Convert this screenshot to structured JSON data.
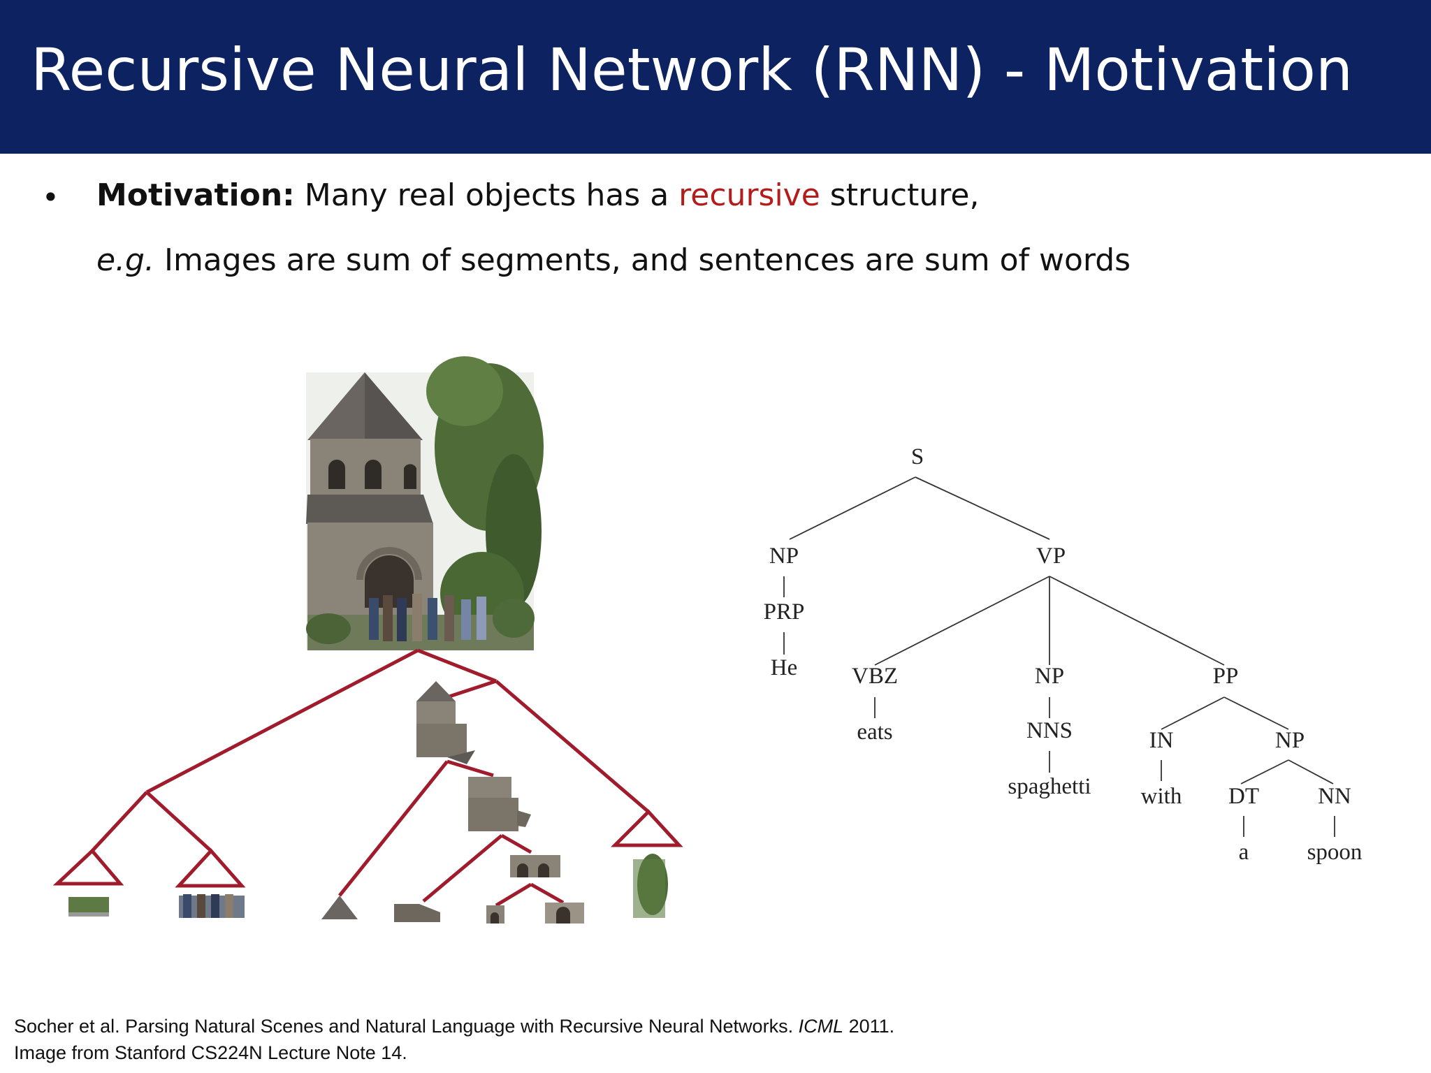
{
  "header": {
    "title": "Recursive Neural Network (RNN) - Motivation"
  },
  "content": {
    "bullet_symbol": "•",
    "line1_bold": "Motivation:",
    "line1_pre": " Many real objects has a ",
    "line1_highlight": "recursive",
    "line1_post": " structure,",
    "line2_italic": "e.g.",
    "line2_rest": " Images are sum of segments, and sentences are sum of words"
  },
  "parse_tree": {
    "root": "S",
    "np_subject": "NP",
    "vp": "VP",
    "prp": "PRP",
    "he": "He",
    "vbz": "VBZ",
    "eats": "eats",
    "np_object": "NP",
    "nns": "NNS",
    "spaghetti": "spaghetti",
    "pp": "PP",
    "in": "IN",
    "with": "with",
    "np_pp": "NP",
    "dt": "DT",
    "a": "a",
    "nn": "NN",
    "spoon": "spoon"
  },
  "colors": {
    "header_bg": "#0d2260",
    "highlight": "#b41c1c",
    "scene_tree": "#a01c2c"
  },
  "caption": {
    "line1_pre": "Socher et al. Parsing Natural Scenes and Natural Language with Recursive Neural Networks. ",
    "line1_italic": "ICML",
    "line1_post": " 2011.",
    "line2": "Image from Stanford CS224N Lecture Note 14."
  }
}
